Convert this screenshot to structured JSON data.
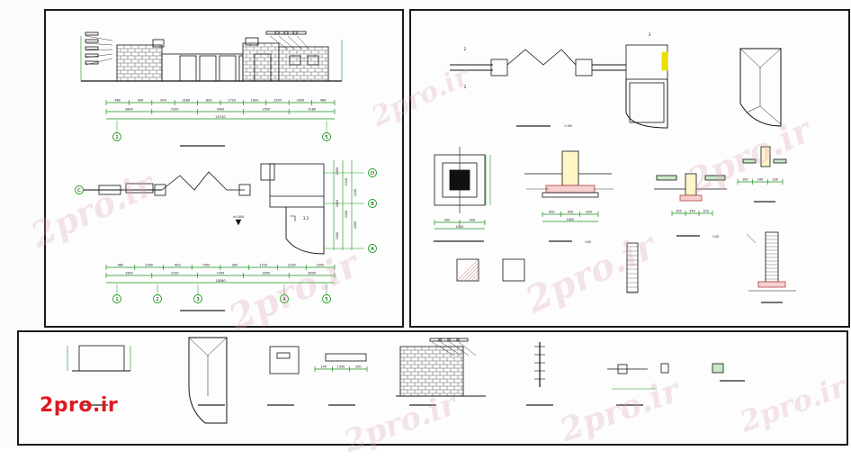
{
  "brand": {
    "logo_text": "2pro.ir",
    "watermark_text": "2pro.ir",
    "accent": "#e0191f"
  },
  "colors": {
    "line": "#111111",
    "dim": "#1a8f1a",
    "marker": "#e8e000",
    "hatch": "#b04040",
    "axis": "#10a010"
  },
  "panel_left": {
    "elevation_dims_top": [
      "480",
      "900",
      "900",
      "3180",
      "800",
      "1720",
      "1000",
      "1500",
      "2000",
      "480"
    ],
    "elevation_dims_sub": [
      "2800",
      "7200",
      "3400",
      "2500",
      "2180"
    ],
    "elevation_total": "15720",
    "elevation_axes": [
      "1",
      "5"
    ],
    "plan_axes_bottom": [
      "1",
      "2",
      "3",
      "4",
      "5"
    ],
    "plan_axes_right": [
      "D",
      "B",
      "A"
    ],
    "plan_axis_left": "C",
    "plan_dims_bottom": [
      "480",
      "2300",
      "900",
      "7200",
      "900",
      "1720",
      "2100",
      "1000"
    ],
    "plan_dims_sub": [
      "1900",
      "2100",
      "7200",
      "3900",
      "3600"
    ],
    "plan_total": "18280",
    "plan_right_dims": [
      "2380",
      "1210",
      "1240",
      "1800",
      "2400",
      "4300",
      "2500"
    ],
    "room_tag": "3.2",
    "area_tag": "±0.000"
  },
  "panel_right": {
    "plan_marks": [
      "2",
      "2",
      "3",
      "3"
    ],
    "plan_scale": "1:100",
    "footing_dims": [
      "900",
      "900",
      "1800"
    ],
    "section_dims": [
      "600",
      "900",
      "900",
      "1800"
    ],
    "section_scale": "1:50",
    "step_dims": [
      "100",
      "240",
      "500"
    ],
    "step_scale": "1:50",
    "small_dims": [
      "100",
      "240",
      "100"
    ]
  },
  "panel_bottom": {
    "beam_dims": [
      "200",
      "1500",
      "200"
    ]
  }
}
